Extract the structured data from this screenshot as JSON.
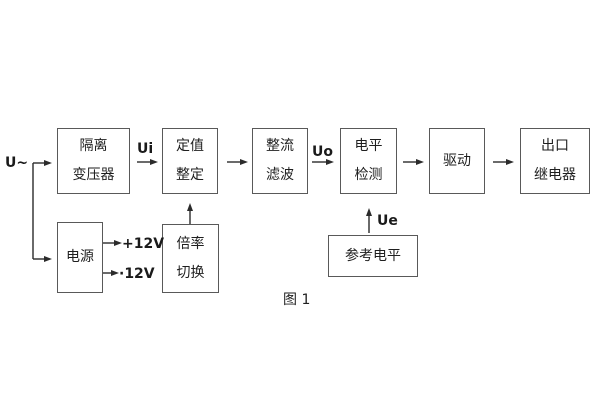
{
  "diagram": {
    "caption": "图 1",
    "source_label": "U~",
    "blocks": {
      "isolation_transformer": {
        "line1": "隔离",
        "line2": "变压器"
      },
      "setpoint_adjust": {
        "line1": "定值",
        "line2": "整定"
      },
      "rectifier_filter": {
        "line1": "整流",
        "line2": "滤波"
      },
      "level_detector": {
        "line1": "电平",
        "line2": "检测"
      },
      "driver": {
        "line1": "驱动"
      },
      "output_relay": {
        "line1": "出口",
        "line2": "继电器"
      },
      "power_supply": {
        "line1": "电源"
      },
      "ratio_switch": {
        "line1": "倍率",
        "line2": "切换"
      },
      "reference_level": {
        "line1": "参考电平"
      }
    },
    "signals": {
      "ui": "Ui",
      "uo": "Uo",
      "ue": "Ue",
      "plus12v": "+12V",
      "minus12v": "·12V"
    },
    "colors": {
      "background": "#ffffff",
      "box_border": "#595959",
      "connector_line": "#2b2b2b",
      "text": "#1f1f1f"
    }
  }
}
